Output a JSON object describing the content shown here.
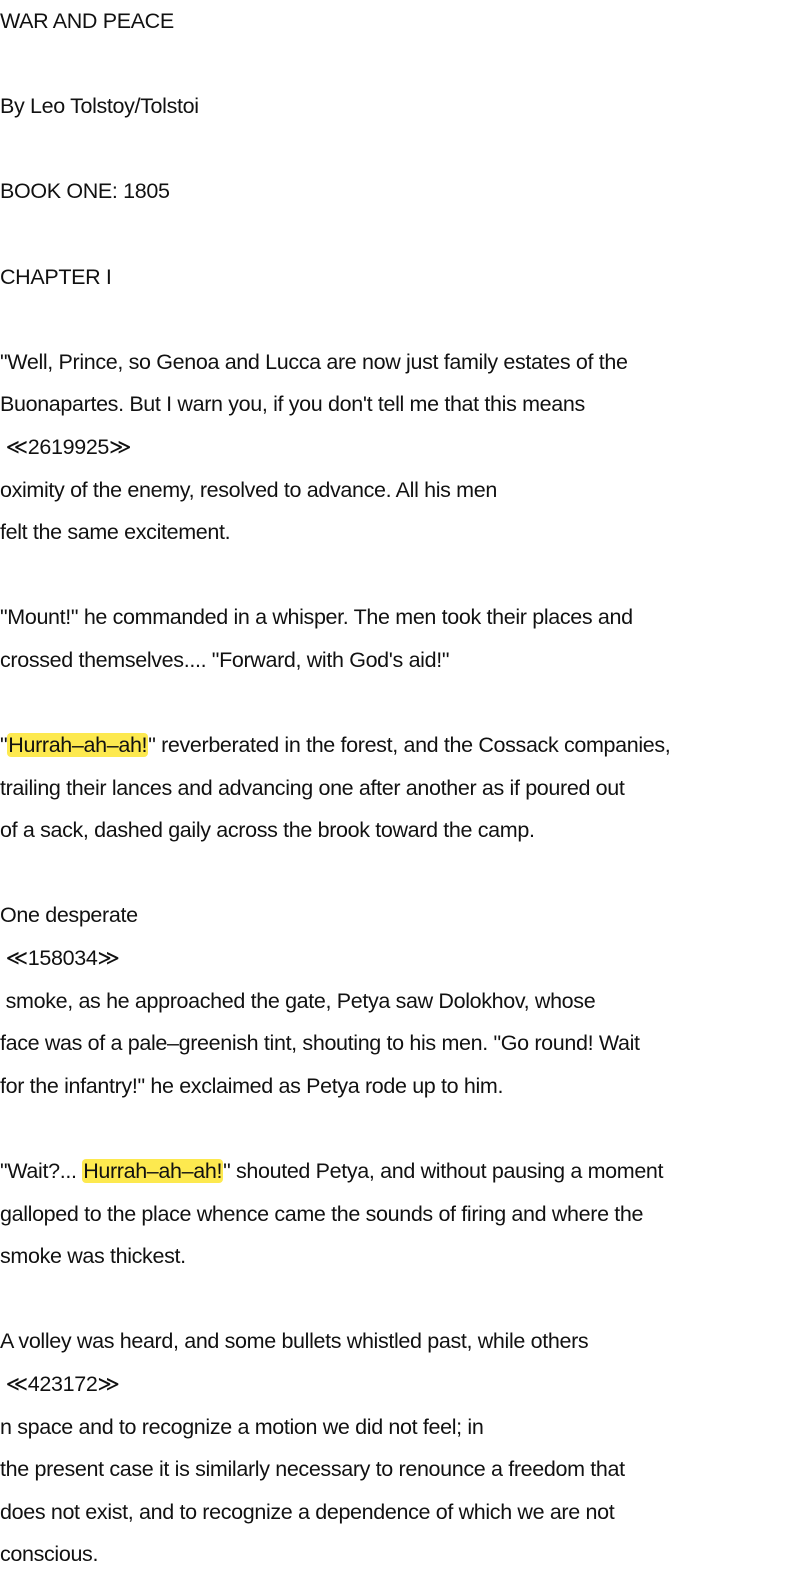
{
  "document": {
    "highlight_color": "#fde94f",
    "lines": [
      [
        {
          "t": "WAR AND PEACE"
        }
      ],
      [],
      [
        {
          "t": "By Leo Tolstoy/Tolstoi"
        }
      ],
      [],
      [
        {
          "t": "BOOK ONE: 1805"
        }
      ],
      [],
      [
        {
          "t": "CHAPTER I"
        }
      ],
      [],
      [
        {
          "t": "\"Well, Prince, so Genoa and Lucca are now just family estates of the"
        }
      ],
      [
        {
          "t": "Buonapartes. But I warn you, if you don't tell me that this means"
        }
      ],
      [
        {
          "t": " ≪2619925≫"
        }
      ],
      [
        {
          "t": "oximity of the enemy, resolved to advance. All his men"
        }
      ],
      [
        {
          "t": "felt the same excitement."
        }
      ],
      [],
      [
        {
          "t": "\"Mount!\" he commanded in a whisper. The men took their places and"
        }
      ],
      [
        {
          "t": "crossed themselves.... \"Forward, with God's aid!\""
        }
      ],
      [],
      [
        {
          "t": "\""
        },
        {
          "t": "Hurrah–ah–ah!",
          "hl": true
        },
        {
          "t": "\" reverberated in the forest, and the Cossack companies,"
        }
      ],
      [
        {
          "t": "trailing their lances and advancing one after another as if poured out"
        }
      ],
      [
        {
          "t": "of a sack, dashed gaily across the brook toward the camp."
        }
      ],
      [],
      [
        {
          "t": "One desperate"
        }
      ],
      [
        {
          "t": " ≪158034≫"
        }
      ],
      [
        {
          "t": " smoke, as he approached the gate, Petya saw Dolokhov, whose"
        }
      ],
      [
        {
          "t": "face was of a pale–greenish tint, shouting to his men. \"Go round! Wait"
        }
      ],
      [
        {
          "t": "for the infantry!\" he exclaimed as Petya rode up to him."
        }
      ],
      [],
      [
        {
          "t": "\"Wait?... "
        },
        {
          "t": "Hurrah–ah–ah!",
          "hl": true
        },
        {
          "t": "\" shouted Petya, and without pausing a moment"
        }
      ],
      [
        {
          "t": "galloped to the place whence came the sounds of firing and where the"
        }
      ],
      [
        {
          "t": "smoke was thickest."
        }
      ],
      [],
      [
        {
          "t": "A volley was heard, and some bullets whistled past, while others"
        }
      ],
      [
        {
          "t": " ≪423172≫"
        }
      ],
      [
        {
          "t": "n space and to recognize a motion we did not feel; in"
        }
      ],
      [
        {
          "t": "the present case it is similarly necessary to renounce a freedom that"
        }
      ],
      [
        {
          "t": "does not exist, and to recognize a dependence of which we are not"
        }
      ],
      [
        {
          "t": "conscious."
        }
      ]
    ]
  }
}
